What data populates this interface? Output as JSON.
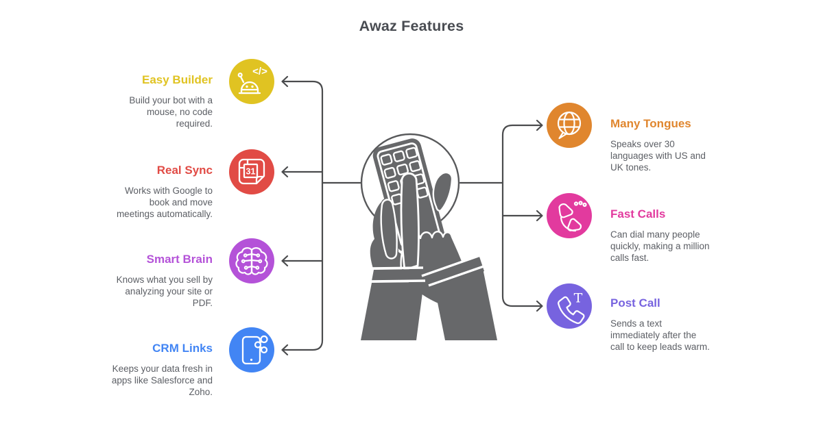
{
  "title": "Awaz Features",
  "palette": {
    "background": "#ffffff",
    "title_text": "#494c52",
    "body_text": "#5b5e64",
    "connector_line": "#4a4b4d",
    "illustration_gray": "#67686a"
  },
  "center_illustration": "hands-holding-phone-keypad-in-circle",
  "features": [
    {
      "id": "easy-builder",
      "side": "left",
      "title": "Easy Builder",
      "description": "Build your bot with a\nmouse, no code\nrequired.",
      "accent": "#e0c322",
      "icon": "robot-code-icon",
      "icon_glyph": "</>"
    },
    {
      "id": "real-sync",
      "side": "left",
      "title": "Real Sync",
      "description": "Works with Google to\nbook and move\nmeetings automatically.",
      "accent": "#e14b45",
      "icon": "calendar-31-icon",
      "icon_text": "31"
    },
    {
      "id": "smart-brain",
      "side": "left",
      "title": "Smart Brain",
      "description": "Knows what you sell by\nanalyzing your site or\nPDF.",
      "accent": "#b452d8",
      "icon": "brain-circuit-icon"
    },
    {
      "id": "crm-links",
      "side": "left",
      "title": "CRM Links",
      "description": "Keeps your data fresh in\napps like Salesforce and\nZoho.",
      "accent": "#4285f4",
      "icon": "phone-share-icon"
    },
    {
      "id": "many-tongues",
      "side": "right",
      "title": "Many Tongues",
      "description": "Speaks over 30\nlanguages with US and\nUK tones.",
      "accent": "#e0862e",
      "icon": "globe-speech-icon"
    },
    {
      "id": "fast-calls",
      "side": "right",
      "title": "Fast Calls",
      "description": "Can dial many people\nquickly, making a million\ncalls fast.",
      "accent": "#e23a9e",
      "icon": "phone-dots-icon"
    },
    {
      "id": "post-call",
      "side": "right",
      "title": "Post Call",
      "description": "Sends a text\nimmediately after the\ncall to keep leads warm.",
      "accent": "#7763df",
      "icon": "phone-text-icon",
      "icon_glyph": "T"
    }
  ]
}
